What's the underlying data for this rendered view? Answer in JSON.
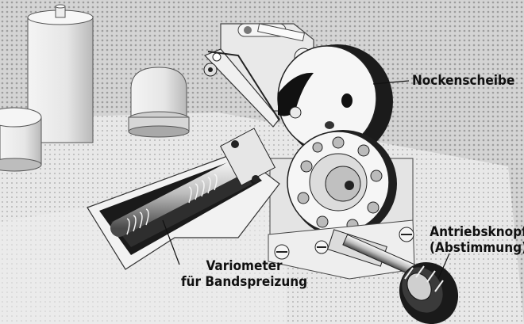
{
  "labels": {
    "nockenscheibe": "Nockenscheibe",
    "antriebsknopf_line1": "Antriebsknopf",
    "antriebsknopf_line2": "(Abstimmung)",
    "variometer_line1": "Variometer",
    "variometer_line2": "für Bandspreizung"
  },
  "colors": {
    "background": "#d9d9d9",
    "chassis": "#f2f2f2",
    "shadow": "#2a2a2a",
    "ink": "#101010"
  }
}
